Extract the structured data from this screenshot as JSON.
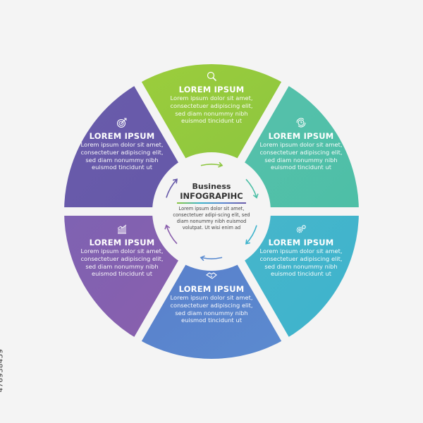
{
  "center": {
    "title_line1": "Business",
    "title_line2": "INFOGRAPIHC",
    "body": "Lorem ipsum dolor sit amet, consectetuer adipi-scing elit, sed diam nonummy nibh euismod volutpat. Ut wisi enim ad"
  },
  "segments": [
    {
      "title": "LOREM IPSUM",
      "body": "Lorem ipsum dolor sit amet, consectetuer adipiscing elit, sed diam nonummy nibh euismod tincidunt ut",
      "icon": "magnifier-icon",
      "color": "#8cc63f",
      "color2": "#9ccd3c"
    },
    {
      "title": "LOREM IPSUM",
      "body": "Lorem ipsum dolor sit amet, consectetuer adipiscing elit, sed diam nonummy nibh euismod tincidunt ut",
      "icon": "clock-cycle-icon",
      "color": "#4dbfa6",
      "color2": "#57c0ac"
    },
    {
      "title": "LOREM IPSUM",
      "body": "Lorem ipsum dolor sit amet, consectetuer adipiscing elit, sed diam nonummy nibh euismod tincidunt ut",
      "icon": "gears-icon",
      "color": "#3db3cc",
      "color2": "#47b6cb"
    },
    {
      "title": "LOREM IPSUM",
      "body": "Lorem ipsum dolor sit amet, consectetuer adipiscing elit, sed diam nonummy nibh euismod tincidunt ut",
      "icon": "handshake-icon",
      "color": "#5b8bd0",
      "color2": "#5a7fcb"
    },
    {
      "title": "LOREM IPSUM",
      "body": "Lorem ipsum dolor sit amet, consectetuer adipiscing elit, sed diam nonummy nibh euismod tincidunt ut",
      "icon": "bar-chart-icon",
      "color": "#8a5fad",
      "color2": "#7e62b2"
    },
    {
      "title": "LOREM IPSUM",
      "body": "Lorem ipsum dolor sit amet, consectetuer adipiscing elit, sed diam nonummy nibh euismod tincidunt ut",
      "icon": "target-icon",
      "color": "#6558a8",
      "color2": "#6a5cab"
    }
  ],
  "watermark_id": "476938459"
}
